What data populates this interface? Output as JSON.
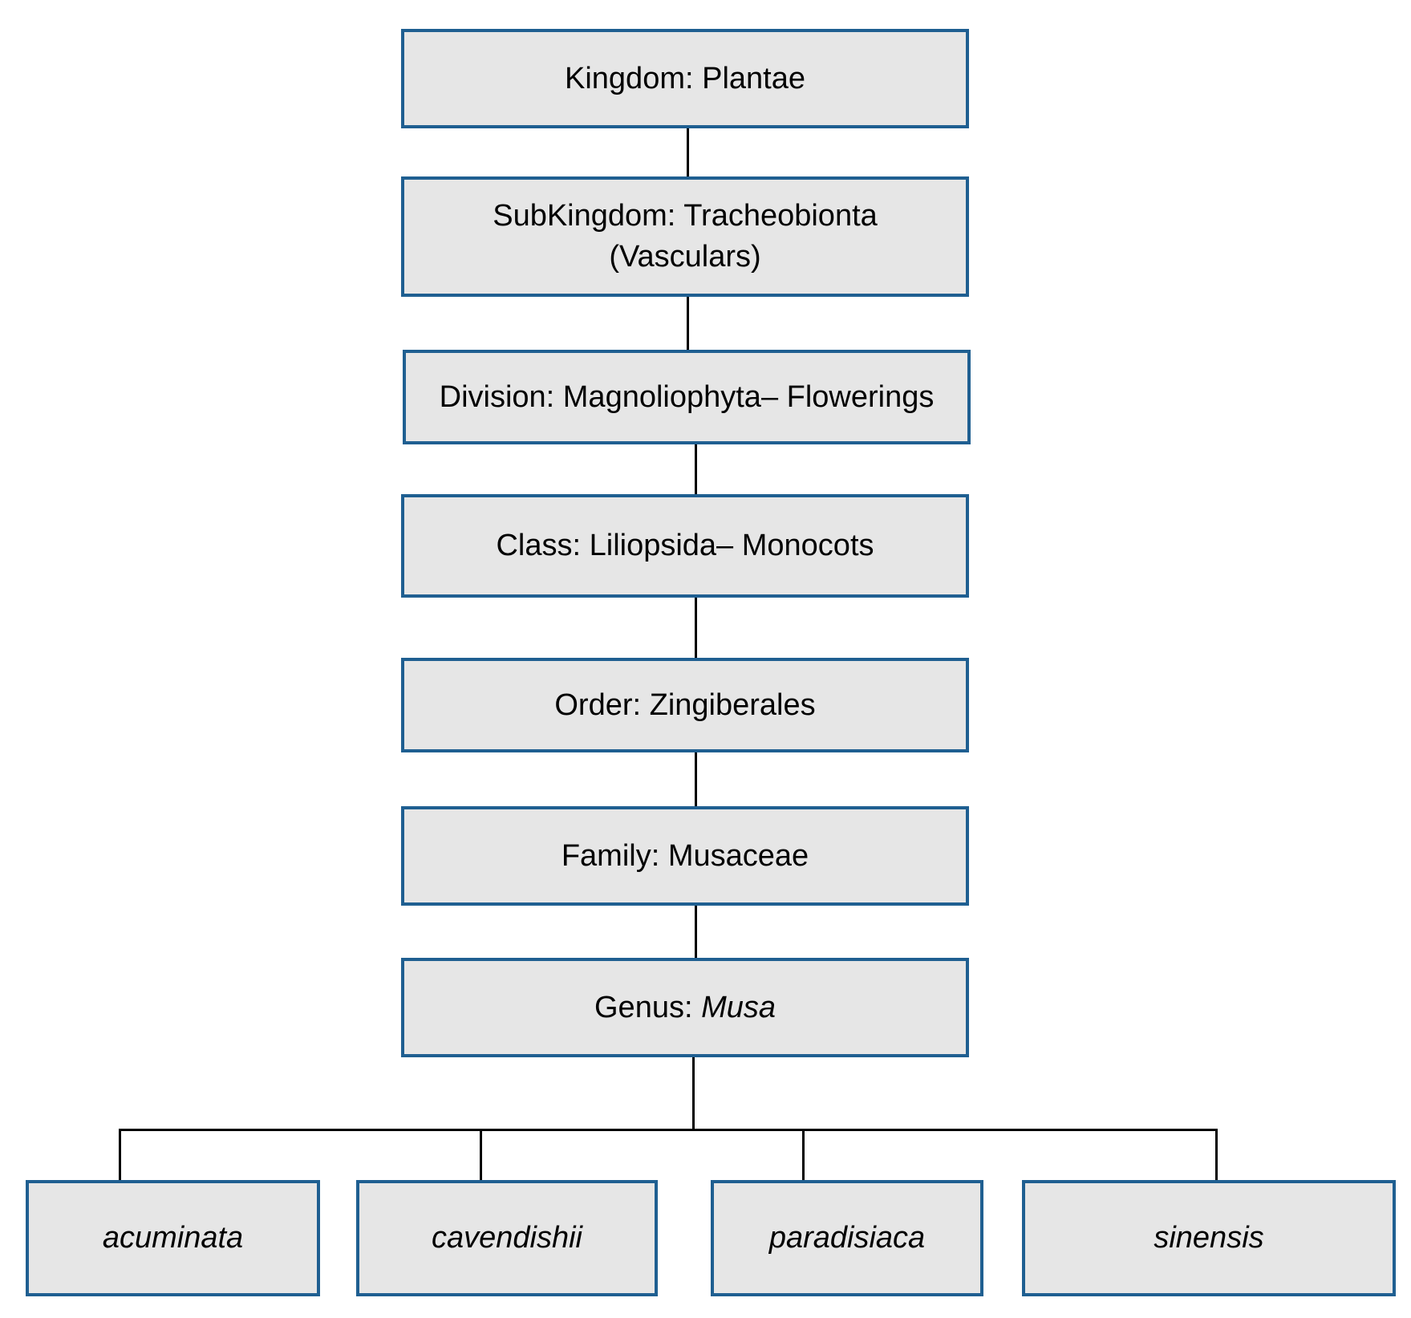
{
  "diagram": {
    "colors": {
      "box_fill": "#e6e6e6",
      "box_border": "#1f5f91",
      "connector": "#000000",
      "text": "#000000"
    },
    "ranks": {
      "kingdom": "Kingdom: Plantae",
      "subkingdom": "SubKingdom: Tracheobionta (Vasculars)",
      "division": "Division: Magnoliophyta– Flowerings",
      "class": "Class: Liliopsida– Monocots",
      "order": "Order: Zingiberales",
      "family": "Family: Musaceae",
      "genus_prefix": "Genus: ",
      "genus_name": "Musa"
    },
    "species": [
      "acuminata",
      "cavendishii",
      "paradisiaca",
      "sinensis"
    ]
  }
}
